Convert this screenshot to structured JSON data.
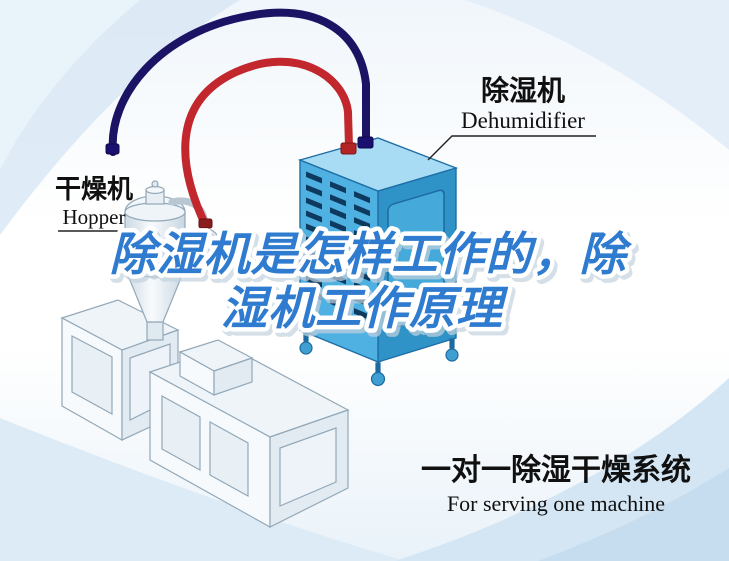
{
  "title": {
    "line1": "除湿机是怎样工作的，除",
    "line2": "湿机工作原理"
  },
  "labels": {
    "dehumidifier": {
      "zh": "除湿机",
      "en": "Dehumidifier"
    },
    "hopper": {
      "zh": "干燥机",
      "en": "Hopper"
    }
  },
  "caption": {
    "zh": "一对一除湿干燥系统",
    "en": "For serving one machine"
  },
  "colors": {
    "title_blue": "#2e7bd0",
    "pipe_red": "#c1272d",
    "pipe_navy": "#1b1464",
    "cabinet_front": "#4fb0e2",
    "cabinet_side": "#2f93c8",
    "cabinet_top": "#a8dcf4",
    "cabinet_outline": "#1f6ea6",
    "background_swoosh": "#d9e8f5",
    "text_black": "#101010"
  }
}
